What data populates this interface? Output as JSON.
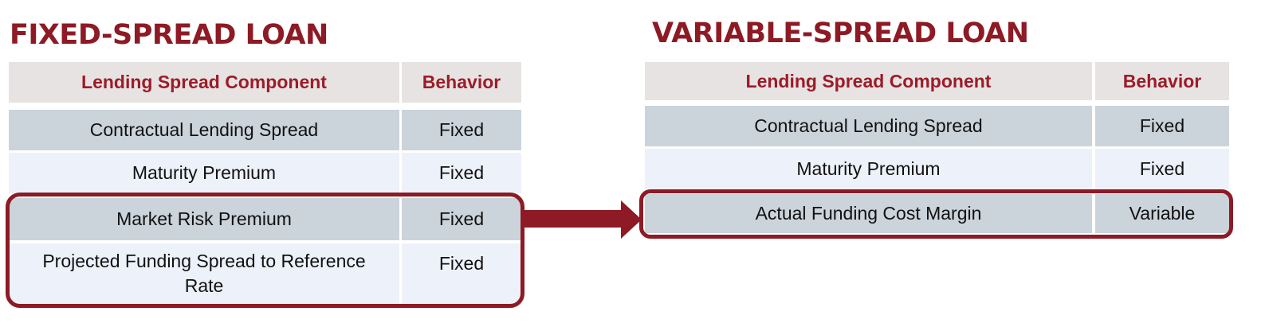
{
  "left": {
    "title": "FIXED-SPREAD LOAN",
    "header": {
      "component": "Lending Spread Component",
      "behavior": "Behavior"
    },
    "rows": [
      {
        "component": "Contractual Lending Spread",
        "behavior": "Fixed"
      },
      {
        "component": "Maturity Premium",
        "behavior": "Fixed"
      },
      {
        "component": "Market Risk Premium",
        "behavior": "Fixed"
      },
      {
        "component": "Projected Funding Spread to Reference Rate",
        "behavior": "Fixed"
      }
    ]
  },
  "right": {
    "title": "VARIABLE-SPREAD LOAN",
    "header": {
      "component": "Lending Spread Component",
      "behavior": "Behavior"
    },
    "rows": [
      {
        "component": "Contractual Lending Spread",
        "behavior": "Fixed"
      },
      {
        "component": "Maturity Premium",
        "behavior": "Fixed"
      },
      {
        "component": "Actual Funding Cost Margin",
        "behavior": "Variable"
      }
    ]
  },
  "colors": {
    "accent": "#8d1a24",
    "header_text": "#9c1c28",
    "header_bg": "#e7e3e3",
    "row_dark": "#cbd3db",
    "row_light": "#edf1f9"
  }
}
